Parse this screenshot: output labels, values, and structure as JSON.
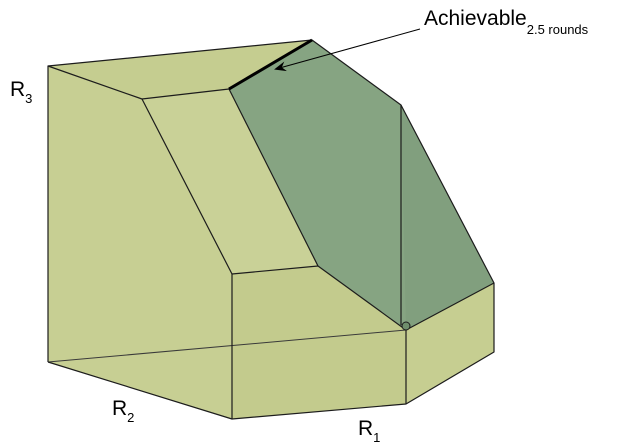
{
  "labels": {
    "r1": {
      "main": "R",
      "sub": "1"
    },
    "r2": {
      "main": "R",
      "sub": "2"
    },
    "r3": {
      "main": "R",
      "sub": "3"
    },
    "achievable": {
      "main": "Achievable",
      "sub": "2.5 rounds"
    }
  },
  "colors": {
    "region_fill": "#c7cf93",
    "region_fill_dark": "#b9c285",
    "achievable_fill": "#86a482",
    "edge": "#1c1c1c",
    "background": "#ffffff"
  }
}
